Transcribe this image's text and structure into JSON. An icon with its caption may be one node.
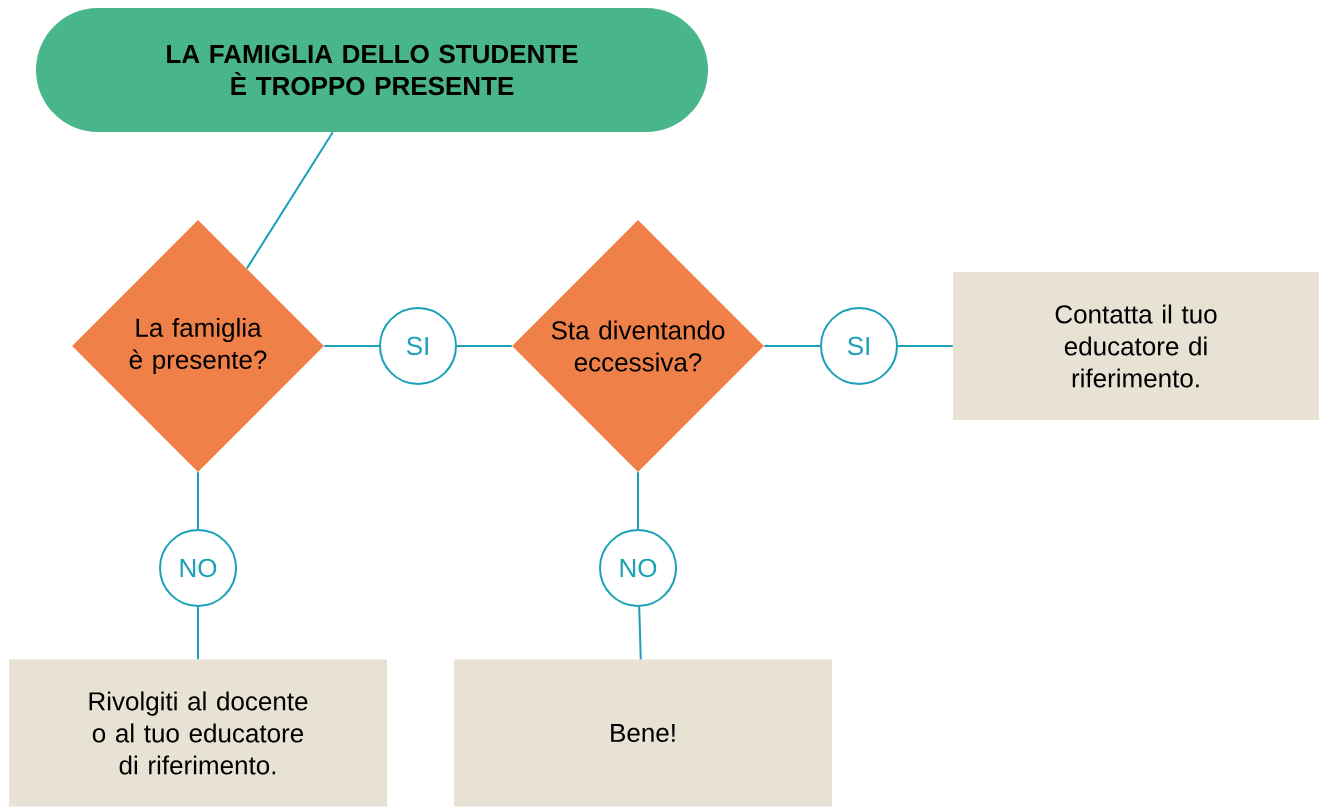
{
  "diagram": {
    "nodes": [
      {
        "text": [
          "LA FAMIGLIA DELLO STUDENTE È TROPPO PRESENTE"
        ]
      },
      {
        "text": [
          "La famiglia è presente?"
        ]
      },
      {
        "text": [
          "SI"
        ]
      },
      {
        "text": [
          "Sta diventando eccessiva?"
        ]
      },
      {
        "text": [
          "SI"
        ]
      },
      {
        "text": [
          "Contatta il tuo educatore di riferimento."
        ]
      },
      {
        "text": [
          "NO"
        ]
      },
      {
        "text": [
          "Rivolgiti al docente o al tuo educatore di riferimento."
        ]
      },
      {
        "text": [
          "NO"
        ]
      },
      {
        "text": [
          "Bene!"
        ]
      }
    ],
    "edges": [
      {
        "from": 0,
        "to": 1,
        "arrow": "none"
      },
      {
        "from": 1,
        "to": 2,
        "arrow": "none"
      },
      {
        "from": 2,
        "to": 3,
        "arrow": "none"
      },
      {
        "from": 3,
        "to": 4,
        "arrow": "none"
      },
      {
        "from": 4,
        "to": 5,
        "arrow": "none"
      },
      {
        "from": 1,
        "to": 6,
        "arrow": "none"
      },
      {
        "from": 6,
        "to": 7,
        "arrow": "none"
      },
      {
        "from": 3,
        "to": 8,
        "arrow": "none"
      },
      {
        "from": 8,
        "to": 9,
        "arrow": "none"
      }
    ]
  }
}
